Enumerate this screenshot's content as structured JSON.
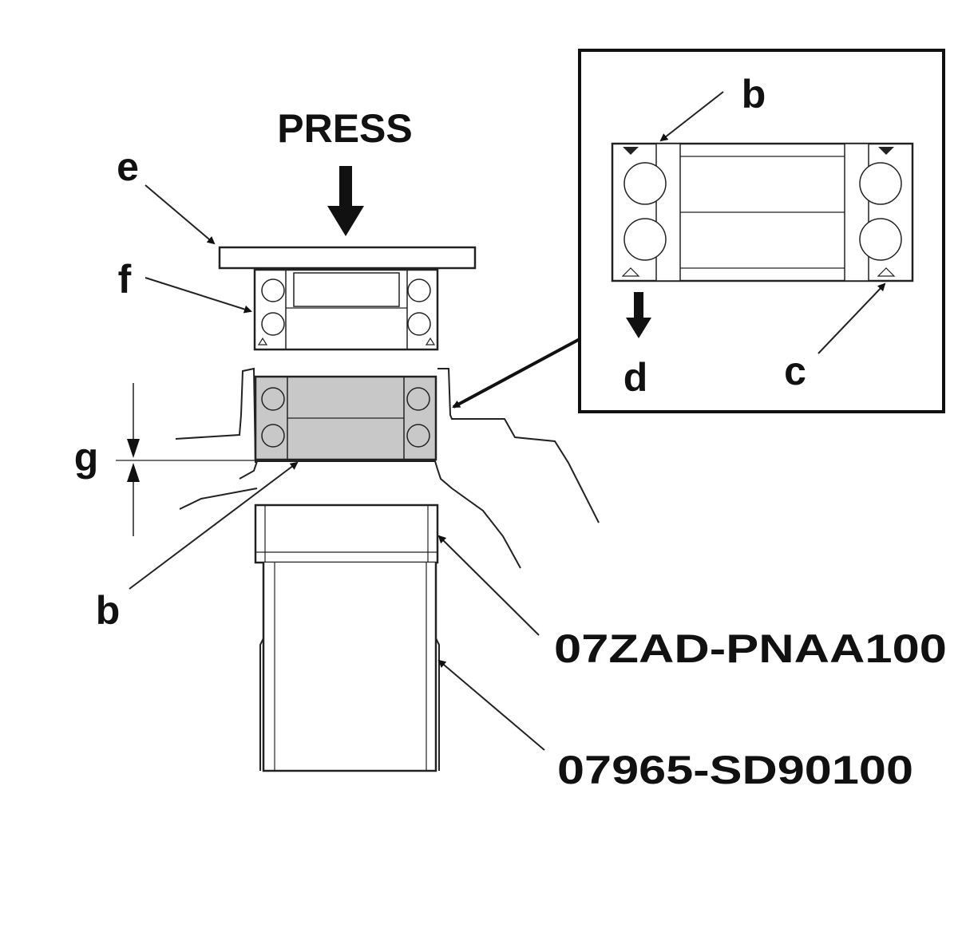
{
  "labels": {
    "press": "PRESS",
    "e": "e",
    "f": "f",
    "g": "g",
    "b_main": "b",
    "b_inset": "b",
    "c": "c",
    "d": "d",
    "tool_upper": "07ZAD-PNAA100",
    "tool_lower": "07965-SD90100"
  },
  "colors": {
    "line": "#222222",
    "bearing_fill": "#c8c8c8",
    "background": "#ffffff"
  }
}
